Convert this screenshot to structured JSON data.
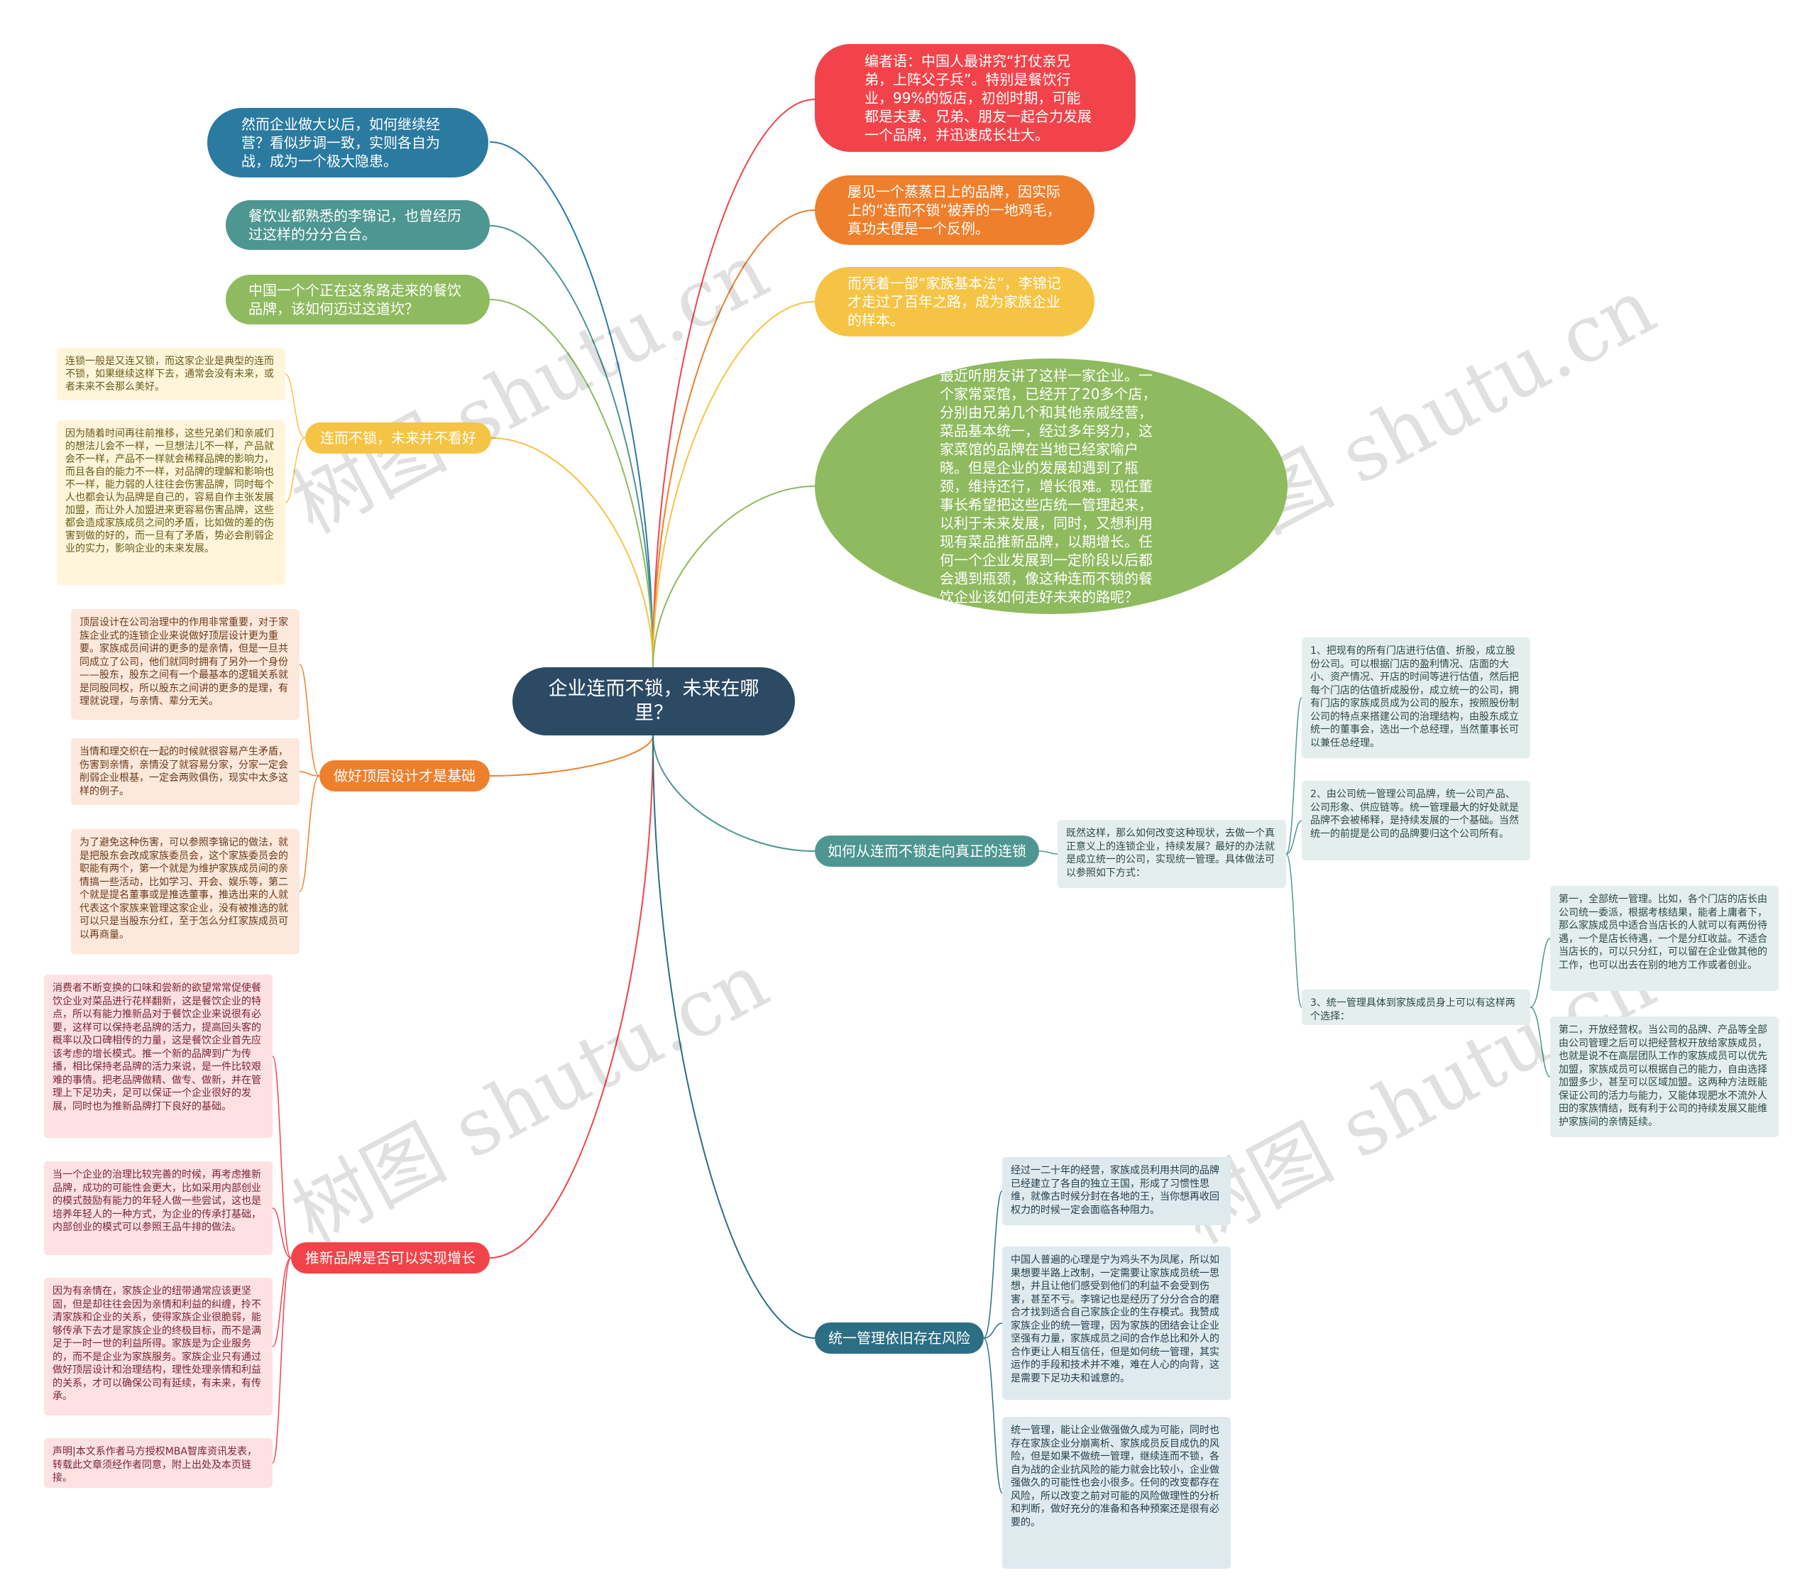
{
  "center": {
    "title": "企业连而不锁，未来在哪里？"
  },
  "watermark": "树图 shutu.cn",
  "colors": {
    "center": "#2c4a64",
    "blue": "#2b7aa0",
    "teal": "#4e9691",
    "green": "#8fba5f",
    "yellow": "#f6c444",
    "orange": "#ee7f2c",
    "red": "#f2434a",
    "darkteal": "#2c6e83"
  },
  "top_left": [
    {
      "text": "然而企业做大以后，如何继续经营？看似步调一致，实则各自为战，成为一个极大隐患。"
    },
    {
      "text": "餐饮业都熟悉的李锦记，也曾经历过这样的分分合合。"
    },
    {
      "text": "中国一个个正在这条路走来的餐饮品牌，该如何迈过这道坎？"
    }
  ],
  "top_right": [
    {
      "text": "编者语：中国人最讲究“打仗亲兄弟，上阵父子兵”。特别是餐饮行业，99%的饭店，初创时期，可能都是夫妻、兄弟、朋友一起合力发展一个品牌，并迅速成长壮大。"
    },
    {
      "text": "屡见一个蒸蒸日上的品牌，因实际上的“连而不锁”被弄的一地鸡毛，真功夫便是一个反例。"
    },
    {
      "text": "而凭着一部“家族基本法”，李锦记才走过了百年之路，成为家族企业的样本。"
    },
    {
      "text": "最近听朋友讲了这样一家企业。一个家常菜馆，已经开了20多个店，分别由兄弟几个和其他亲戚经营，菜品基本统一，经过多年努力，这家菜馆的品牌在当地已经家喻户晓。但是企业的发展却遇到了瓶颈，维持还行，增长很难。现任董事长希望把这些店统一管理起来，以利于未来发展，同时，又想利用现有菜品推新品牌，以期增长。任何一个企业发展到一定阶段以后都会遇到瓶颈，像这种连而不锁的餐饮企业该如何走好未来的路呢？"
    }
  ],
  "branch_lianer": {
    "label": "连而不锁，未来并不看好",
    "leaves": [
      "连锁一般是又连又锁，而这家企业是典型的连而不锁，如果继续这样下去，通常会没有未来，或者未来不会那么美好。",
      "因为随着时间再往前推移，这些兄弟们和亲戚们的想法儿会不一样，一旦想法儿不一样，产品就会不一样，产品不一样就会稀释品牌的影响力，而且各自的能力不一样，对品牌的理解和影响也不一样，能力弱的人往往会伤害品牌，同时每个人也都会认为品牌是自己的，容易自作主张发展加盟，而让外人加盟进来更容易伤害品牌，这些都会造成家族成员之间的矛盾，比如做的差的伤害到做的好的，而一旦有了矛盾，势必会削弱企业的实力，影响企业的未来发展。"
    ]
  },
  "branch_dinceng": {
    "label": "做好顶层设计才是基础",
    "leaves": [
      "顶层设计在公司治理中的作用非常重要，对于家族企业式的连锁企业来说做好顶层设计更为重要。家族成员间讲的更多的是亲情，但是一旦共同成立了公司，他们就同时拥有了另外一个身份——股东，股东之间有一个最基本的逻辑关系就是同股同权，所以股东之间讲的更多的是理，有理就说理，与亲情、辈分无关。",
      "当情和理交织在一起的时候就很容易产生矛盾，伤害到亲情，亲情没了就容易分家，分家一定会削弱企业根基，一定会两败俱伤，现实中太多这样的例子。",
      "为了避免这种伤害，可以参照李锦记的做法，就是把股东会改成家族委员会，这个家族委员会的职能有两个，第一个就是为维护家族成员间的亲情搞一些活动，比如学习、开会、娱乐等，第二个就是提名董事或是推选董事，推选出来的人就代表这个家族来管理这家企业，没有被推选的就可以只是当股东分红，至于怎么分红家族成员可以再商量。"
    ]
  },
  "branch_tuixin": {
    "label": "推新品牌是否可以实现增长",
    "leaves": [
      "消费者不断变换的口味和尝新的欲望常常促使餐饮企业对菜品进行花样翻新，这是餐饮企业的特点，所以有能力推新品对于餐饮企业来说很有必要，这样可以保持老品牌的活力，提高回头客的概率以及口碑相传的力量，这是餐饮企业首先应该考虑的增长模式。推一个新的品牌到广为传播，相比保持老品牌的活力来说，是一件比较艰难的事情。把老品牌做精、做专、做新，并在管理上下足功夫，足可以保证一个企业很好的发展，同时也为推新品牌打下良好的基础。",
      "当一个企业的治理比较完善的时候，再考虑推新品牌，成功的可能性会更大，比如采用内部创业的模式鼓励有能力的年轻人做一些尝试，这也是培养年轻人的一种方式，为企业的传承打基础，内部创业的模式可以参照王品牛排的做法。",
      "因为有亲情在，家族企业的纽带通常应该更坚固，但是却往往会因为亲情和利益的纠缠，拎不清家族和企业的关系，使得家族企业很脆弱，能够传承下去才是家族企业的终极目标，而不是满足于一时一世的利益所得。家族是为企业服务的，而不是企业为家族服务。家族企业只有通过做好顶层设计和治理结构，理性处理亲情和利益的关系，才可以确保公司有延续，有未来，有传承。",
      "声明|本文系作者马方授权MBA智库资讯发表，转载此文章须经作者同意，附上出处及本页链接。"
    ]
  },
  "branch_ruhe": {
    "label": "如何从连而不锁走向真正的连锁",
    "intro": "既然这样，那么如何改变这种现状，去做一个真正意义上的连锁企业，持续发展？最好的办法就是成立统一的公司，实现统一管理。具体做法可以参照如下方式：",
    "items": [
      "1、把现有的所有门店进行估值、折股，成立股份公司。可以根据门店的盈利情况、店面的大小、资产情况、开店的时间等进行估值，然后把每个门店的估值折成股份，成立统一的公司，拥有门店的家族成员成为公司的股东，按照股份制公司的特点来搭建公司的治理结构，由股东成立统一的董事会，选出一个总经理，当然董事长可以兼任总经理。",
      "2、由公司统一管理公司品牌，统一公司产品、公司形象、供应链等。统一管理最大的好处就是品牌不会被稀释，是持续发展的一个基础。当然统一的前提是公司的品牌要归这个公司所有。",
      "3、统一管理具体到家族成员身上可以有这样两个选择："
    ],
    "sub": [
      "第一，全部统一管理。比如，各个门店的店长由公司统一委派，根据考核结果，能者上庸者下，那么家族成员中适合当店长的人就可以有两份待遇，一个是店长待遇，一个是分红收益。不适合当店长的，可以只分红，可以留在企业做其他的工作，也可以出去在别的地方工作或者创业。",
      "第二，开放经营权。当公司的品牌、产品等全部由公司管理之后可以把经营权开放给家族成员，也就是说不在高层团队工作的家族成员可以优先加盟，家族成员可以根据自己的能力，自由选择加盟多少，甚至可以区域加盟。这两种方法既能保证公司的活力与能力，又能体现肥水不流外人田的家族情结，既有利于公司的持续发展又能维护家族间的亲情延续。"
    ]
  },
  "branch_tongyi": {
    "label": "统一管理依旧存在风险",
    "leaves": [
      "经过一二十年的经营，家族成员利用共同的品牌已经建立了各自的独立王国，形成了习惯性思维，就像古时候分封在各地的王，当你想再收回权力的时候一定会面临各种阻力。",
      "中国人普遍的心理是宁为鸡头不为凤尾，所以如果想要半路上改制，一定需要让家族成员统一思想，并且让他们感受到他们的利益不会受到伤害，甚至不亏。李锦记也是经历了分分合合的磨合才找到适合自己家族企业的生存模式。我赞成家族企业的统一管理，因为家族的团结会让企业坚强有力量，家族成员之间的合作总比和外人的合作更让人相互信任，但是如何统一管理，其实运作的手段和技术并不难，难在人心的向背，这是需要下足功夫和诚意的。",
      "统一管理，能让企业做强做久成为可能，同时也存在家族企业分崩离析、家族成员反目成仇的风险，但是如果不做统一管理，继续连而不锁，各自为战的企业抗风险的能力就会比较小，企业做强做久的可能性也会小很多。任何的改变都存在风险，所以改变之前对可能的风险做理性的分析和判断，做好充分的准备和各种预案还是很有必要的。"
    ]
  }
}
